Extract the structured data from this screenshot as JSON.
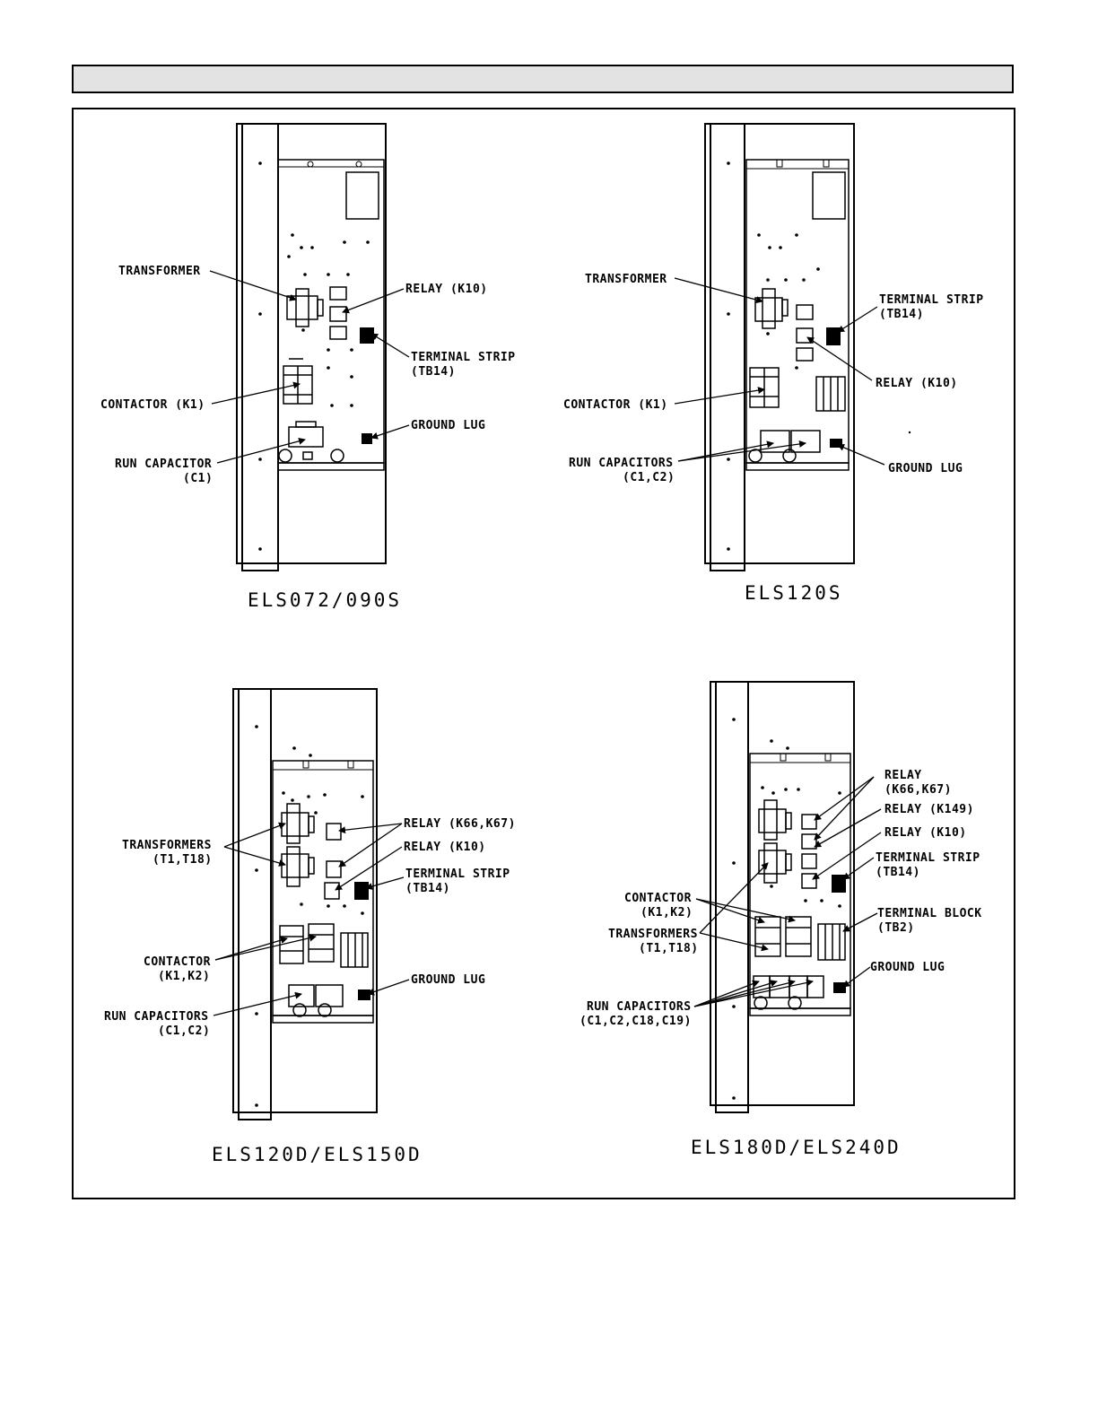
{
  "header": {
    "title": ""
  },
  "panels": [
    {
      "caption": "ELS072/090S",
      "labels": {
        "transformer": "TRANSFORMER",
        "relay": "RELAY (K10)",
        "terminal_strip_1": "TERMINAL STRIP",
        "terminal_strip_2": "(TB14)",
        "contactor": "CONTACTOR (K1)",
        "ground_lug": "GROUND LUG",
        "run_capacitor_1": "RUN CAPACITOR",
        "run_capacitor_2": "(C1)"
      }
    },
    {
      "caption": "ELS120S",
      "labels": {
        "transformer": "TRANSFORMER",
        "terminal_strip_1": "TERMINAL STRIP",
        "terminal_strip_2": "(TB14)",
        "relay": "RELAY (K10)",
        "contactor": "CONTACTOR (K1)",
        "run_capacitors_1": "RUN CAPACITORS",
        "run_capacitors_2": "(C1,C2)",
        "ground_lug": "GROUND LUG"
      }
    },
    {
      "caption": "ELS120D/ELS150D",
      "labels": {
        "transformers_1": "TRANSFORMERS",
        "transformers_2": "(T1,T18)",
        "relay_a": "RELAY (K66,K67)",
        "relay_b": "RELAY (K10)",
        "terminal_strip_1": "TERMINAL STRIP",
        "terminal_strip_2": "(TB14)",
        "contactor_1": "CONTACTOR",
        "contactor_2": "(K1,K2)",
        "ground_lug": "GROUND LUG",
        "run_capacitors_1": "RUN CAPACITORS",
        "run_capacitors_2": "(C1,C2)"
      }
    },
    {
      "caption": "ELS180D/ELS240D",
      "labels": {
        "relay_a_1": "RELAY",
        "relay_a_2": "(K66,K67)",
        "relay_b": "RELAY (K149)",
        "relay_c": "RELAY (K10)",
        "terminal_strip_1": "TERMINAL STRIP",
        "terminal_strip_2": "(TB14)",
        "contactor_1": "CONTACTOR",
        "contactor_2": "(K1,K2)",
        "transformers_1": "TRANSFORMERS",
        "transformers_2": "(T1,T18)",
        "terminal_block_1": "TERMINAL BLOCK",
        "terminal_block_2": "(TB2)",
        "ground_lug": "GROUND LUG",
        "run_capacitors_1": "RUN CAPACITORS",
        "run_capacitors_2": "(C1,C2,C18,C19)"
      }
    }
  ]
}
